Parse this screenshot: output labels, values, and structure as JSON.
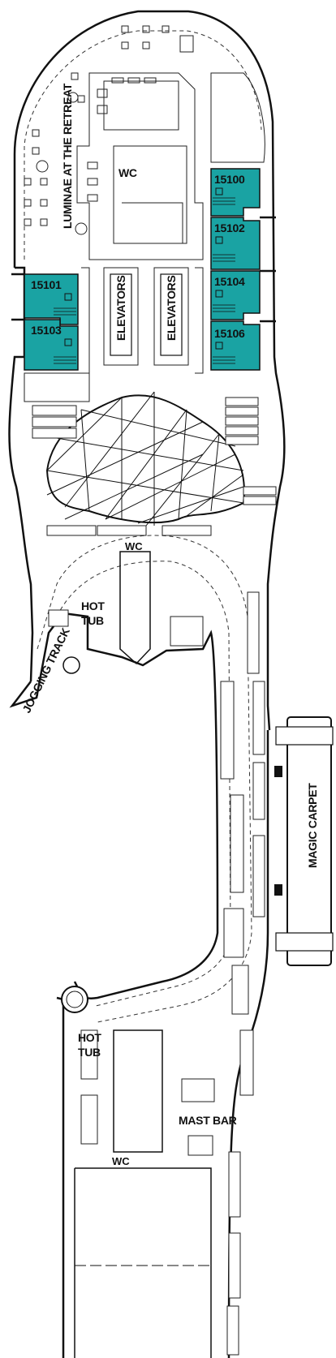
{
  "deck_plan": {
    "areas": {
      "luminae": "LUMINAE AT THE RETREAT",
      "jogging_track": "JOGGING TRACK",
      "magic_carpet": "MAGIC CARPET",
      "mast_bar": "MAST BAR",
      "elevators_left": "ELEVATORS",
      "elevators_right": "ELEVATORS"
    },
    "hot_tubs": [
      {
        "line1": "HOT",
        "line2": "TUB"
      },
      {
        "line1": "HOT",
        "line2": "TUB"
      }
    ],
    "restrooms": [
      "WC",
      "WC",
      "WC"
    ],
    "cabins": [
      {
        "number": "15100"
      },
      {
        "number": "15102"
      },
      {
        "number": "15104"
      },
      {
        "number": "15106"
      },
      {
        "number": "15101"
      },
      {
        "number": "15103"
      }
    ],
    "colors": {
      "cabin_fill": "#1aa3a3",
      "outline": "#111111",
      "background": "#ffffff"
    }
  }
}
